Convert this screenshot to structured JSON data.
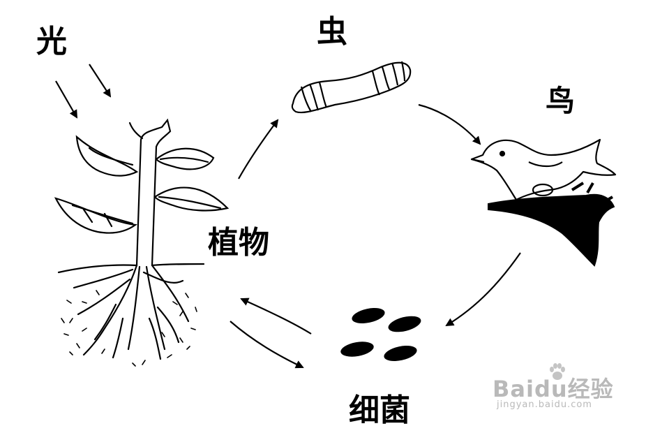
{
  "labels": {
    "light": "光",
    "insect": "虫",
    "bird": "鸟",
    "plant": "植物",
    "bacteria": "细菌"
  },
  "watermark": {
    "logo": "Baidu经验",
    "url": "jingyan.baidu.com"
  },
  "colors": {
    "ink": "#000000",
    "background": "#ffffff",
    "watermark": "#b9b9b9"
  },
  "icons": [
    "light-arrow-icon",
    "plant-icon",
    "caterpillar-icon",
    "bird-icon",
    "nest-icon",
    "bacteria-icon",
    "paw-icon"
  ]
}
